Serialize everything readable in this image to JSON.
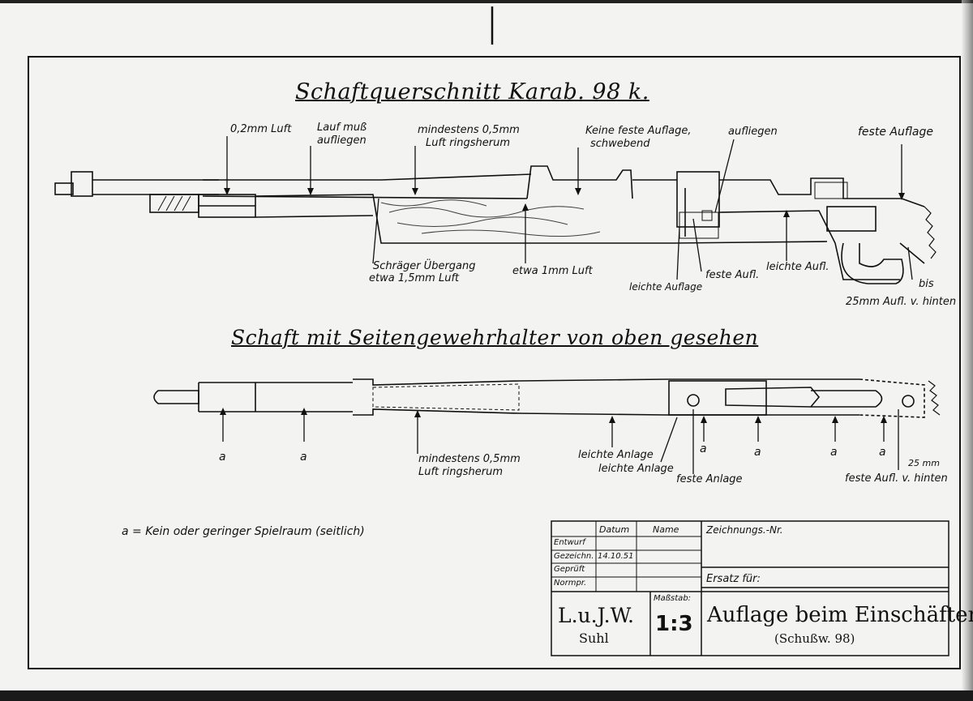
{
  "drawing": {
    "title_section_view": "Schaftquerschnitt Karab. 98 k.",
    "title_top_view": "Schaft mit Seitengewehrhalter von oben gesehen",
    "side_view_labels": {
      "air_02": "0,2mm Luft",
      "barrel_rest_1": "Lauf muß",
      "barrel_rest_2": "aufliegen",
      "min_05_1": "mindestens 0,5mm",
      "min_05_2": "Luft ringsherum",
      "no_fixed_1": "Keine feste Auflage,",
      "no_fixed_2": "schwebend",
      "rest_on": "aufliegen",
      "fixed_rest": "feste Auflage",
      "sloped_1": "Schräger Übergang",
      "sloped_2": "etwa 1,5mm Luft",
      "air_1mm": "etwa 1mm Luft",
      "light_rest": "leichte Auflage",
      "fixed_short": "feste Aufl.",
      "light_short": "leichte Aufl.",
      "bis": "bis",
      "rear_25": "25mm Aufl. v. hinten"
    },
    "top_view_labels": {
      "a1": "a",
      "a2": "a",
      "min_05_1": "mindestens 0,5mm",
      "min_05_2": "Luft ringsherum",
      "light_contact_1": "leichte Anlage",
      "light_contact_2": "leichte Anlage",
      "a3": "a",
      "a4": "a",
      "a5": "a",
      "a6": "a",
      "fixed_contact": "feste Anlage",
      "mm_25": "25 mm",
      "fixed_rear": "feste Aufl. v. hinten"
    },
    "legend": "a = Kein oder geringer Spielraum (seitlich)"
  },
  "title_block": {
    "col_date": "Datum",
    "col_name": "Name",
    "row_entwurf": "Entwurf",
    "row_gezeichnet": "Gezeichn.",
    "row_geprueft": "Geprüft",
    "row_normpr": "Normpr.",
    "drawn_date": "14.10.51",
    "drawing_no_label": "Zeichnungs.-Nr.",
    "replaces_label": "Ersatz für:",
    "company": "L.u.J.W.",
    "city": "Suhl",
    "scale_label": "Maßstab:",
    "scale": "1:3",
    "subject": "Auflage beim Einschäften",
    "subject_sub": "(Schußw. 98)"
  }
}
